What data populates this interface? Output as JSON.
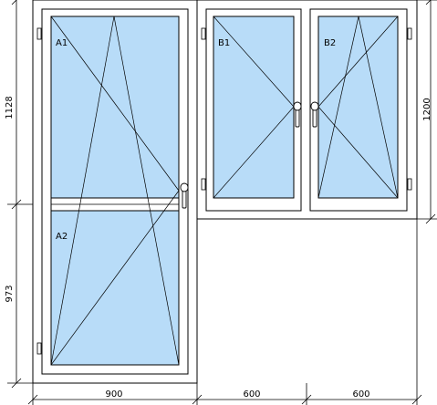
{
  "sashes": {
    "a1": "A1",
    "a2": "A2",
    "b1": "B1",
    "b2": "B2"
  },
  "dimensions": {
    "bottom_door": "900",
    "bottom_left_window": "600",
    "bottom_right_window": "600",
    "left_upper": "1128",
    "left_lower": "973",
    "right_height": "1200"
  },
  "colors": {
    "glass": "#b8dcf8",
    "frame": "#ffffff",
    "line": "#000000"
  }
}
